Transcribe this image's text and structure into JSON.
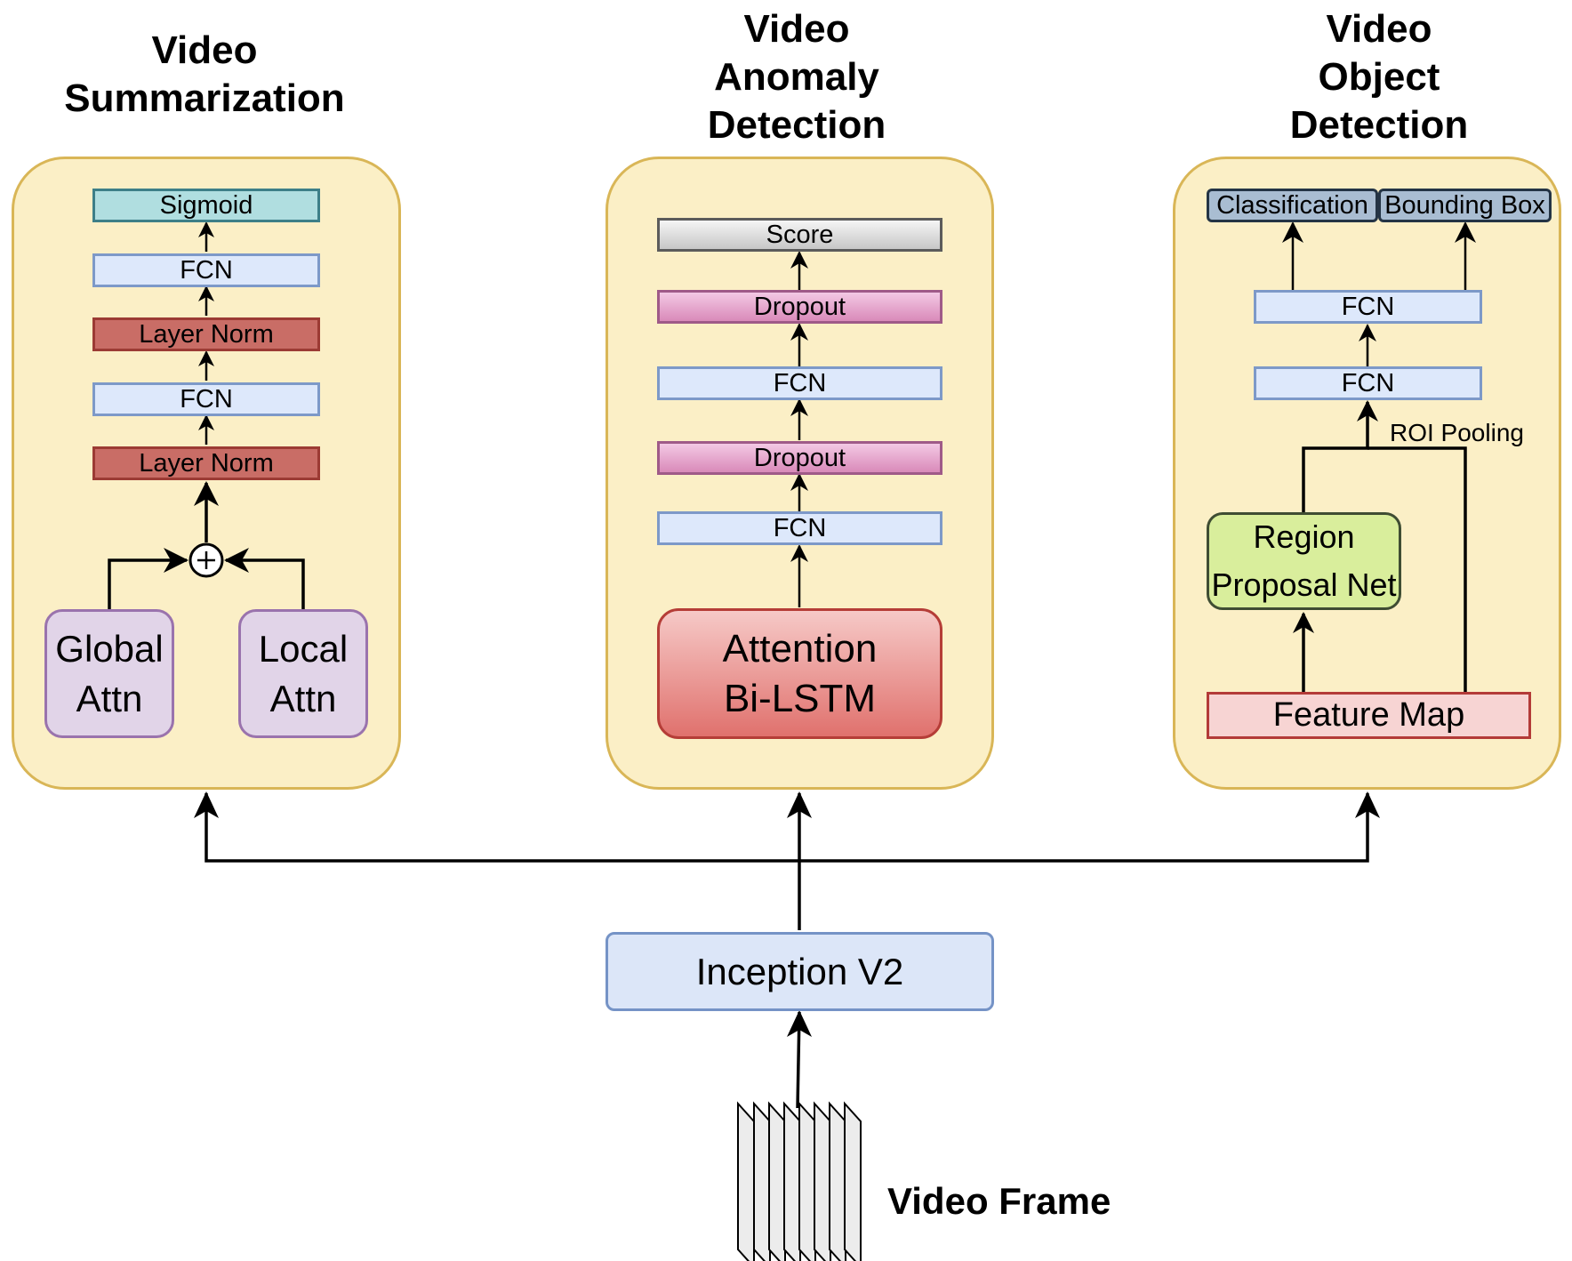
{
  "titles": {
    "summarization": "Video\nSummarization",
    "anomaly": "Video\nAnomaly\nDetection",
    "object": "Video\nObject\nDetection"
  },
  "summarization": {
    "sigmoid": "Sigmoid",
    "fcn_top": "FCN",
    "layer_norm_top": "Layer Norm",
    "fcn_bottom": "FCN",
    "layer_norm_bottom": "Layer Norm",
    "add_symbol": "+",
    "global_attn": "Global\nAttn",
    "local_attn": "Local\nAttn"
  },
  "anomaly": {
    "score": "Score",
    "dropout_top": "Dropout",
    "fcn_top": "FCN",
    "dropout_bottom": "Dropout",
    "fcn_bottom": "FCN",
    "bilstm": "Attention\nBi-LSTM"
  },
  "object": {
    "classification": "Classification",
    "bounding_box": "Bounding Box",
    "fcn_top": "FCN",
    "fcn_bottom": "FCN",
    "roi_pooling": "ROI Pooling",
    "rpn": "Region\nProposal Net",
    "feature_map": "Feature Map"
  },
  "backbone": "Inception V2",
  "input_label": "Video Frame",
  "colors": {
    "panel_fill": "#fbefc6",
    "panel_border": "#d9b657",
    "fcn_fill": "#dde8fb",
    "layer_norm_fill": "#c96d66",
    "dropout_fill": "#d98ab9",
    "rpn_fill": "#d9ee9c"
  }
}
